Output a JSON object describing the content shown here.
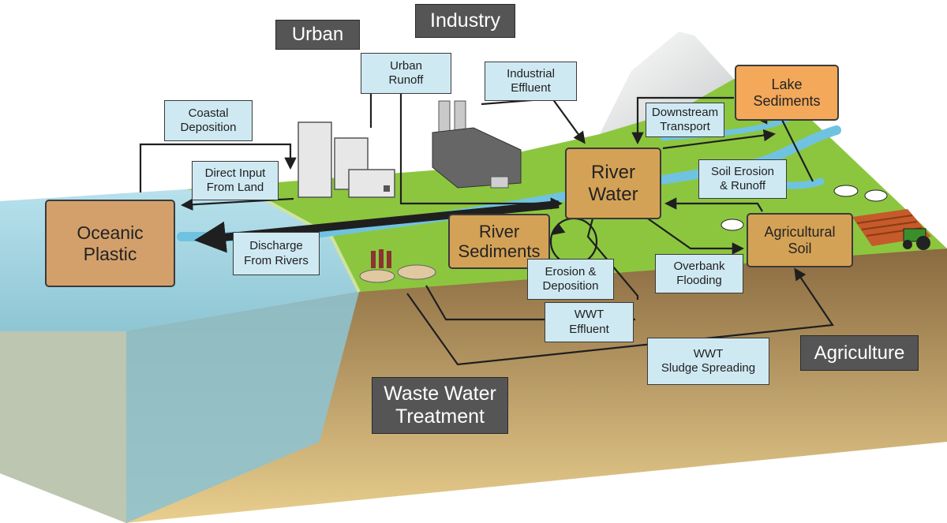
{
  "sectors": {
    "urban": "Urban",
    "industry": "Industry",
    "agriculture": "Agriculture",
    "waste_water_treatment": [
      "Waste Water",
      "Treatment"
    ]
  },
  "compartments": {
    "oceanic_plastic": [
      "Oceanic",
      "Plastic"
    ],
    "river_water": [
      "River",
      "Water"
    ],
    "river_sediments": [
      "River",
      "Sediments"
    ],
    "lake_sediments": [
      "Lake",
      "Sediments"
    ],
    "agricultural_soil": [
      "Agricultural",
      "Soil"
    ]
  },
  "pathways": {
    "coastal_deposition": [
      "Coastal",
      "Deposition"
    ],
    "urban_runoff": [
      "Urban",
      "Runoff"
    ],
    "industrial_effluent": [
      "Industrial",
      "Effluent"
    ],
    "downstream_transport": [
      "Downstream",
      "Transport"
    ],
    "direct_input": [
      "Direct Input",
      "From Land"
    ],
    "soil_erosion": [
      "Soil Erosion",
      "& Runoff"
    ],
    "discharge_rivers": [
      "Discharge",
      "From Rivers"
    ],
    "erosion_deposition": [
      "Erosion &",
      "Deposition"
    ],
    "overbank_flooding": [
      "Overbank",
      "Flooding"
    ],
    "wwt_effluent": [
      "WWT",
      "Effluent"
    ],
    "wwt_sludge": [
      "WWT",
      "Sludge Spreading"
    ]
  },
  "colors": {
    "label_fill": "#cfe9f2",
    "compartment_fill": "#d4a256",
    "ocean_fill": "#d3a06c",
    "lake_fill": "#f3a85a",
    "sector_fill": "#555555",
    "land": "#8cc63f",
    "soil": "#b8935a",
    "sea": "#9fcfdd"
  }
}
